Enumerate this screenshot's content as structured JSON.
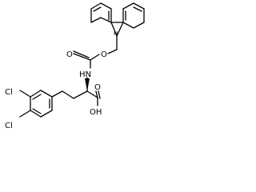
{
  "labels": {
    "nh": "HN",
    "o_carbamate": "O",
    "o_ether": "O",
    "cl_top": "Cl",
    "cl_bottom": "Cl",
    "o_acid": "O",
    "oh": "OH",
    "stereo_h": "H"
  }
}
